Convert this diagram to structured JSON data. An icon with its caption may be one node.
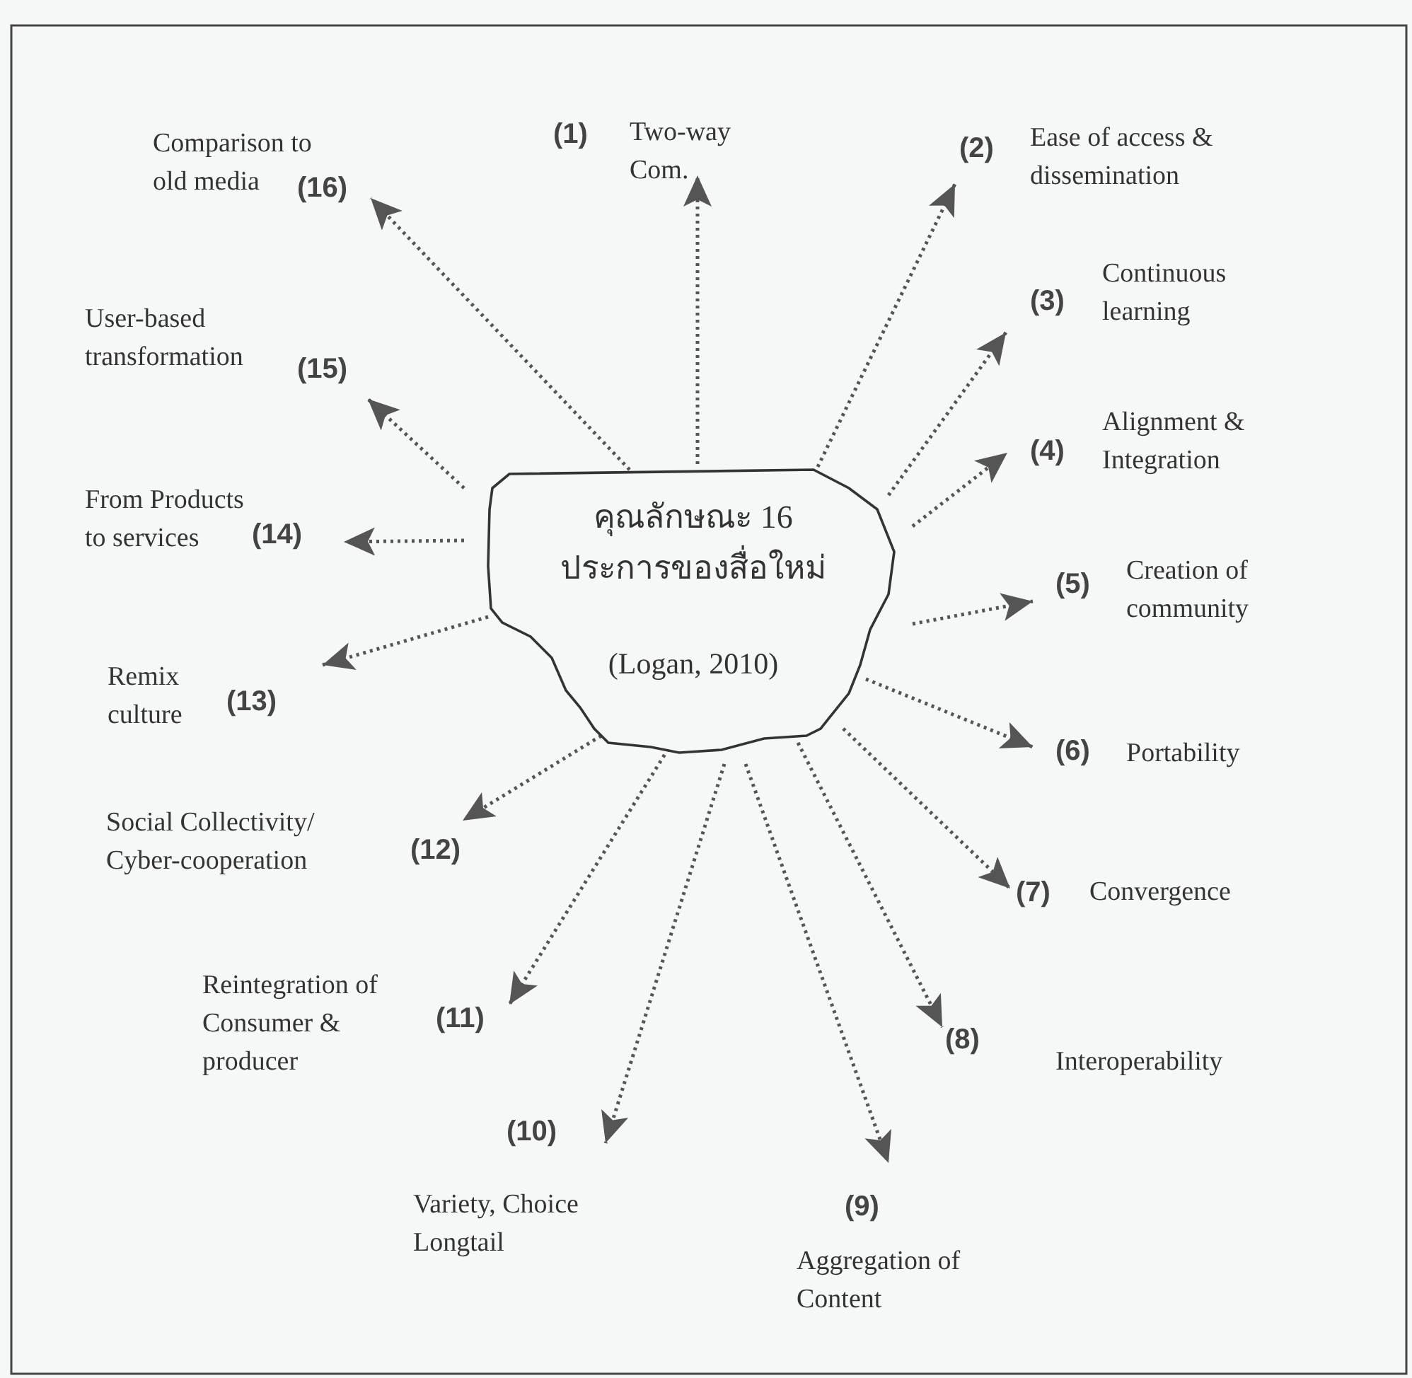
{
  "diagram": {
    "nodes": [
      {
        "text": [
          "คุณลักษณะ 16 ประการของสื่อใหม่",
          "(Logan, 2010)"
        ]
      },
      {
        "text": [
          "(1)",
          "Two-way Com."
        ]
      },
      {
        "text": [
          "(2)",
          "Ease of access & dissemination"
        ]
      },
      {
        "text": [
          "(3)",
          "Continuous learning"
        ]
      },
      {
        "text": [
          "(4)",
          "Alignment & Integration"
        ]
      },
      {
        "text": [
          "(5)",
          "Creation of community"
        ]
      },
      {
        "text": [
          "(6)",
          "Portability"
        ]
      },
      {
        "text": [
          "(7)",
          "Convergence"
        ]
      },
      {
        "text": [
          "(8)",
          "Interoperability"
        ]
      },
      {
        "text": [
          "(9)",
          "Aggregation of Content"
        ]
      },
      {
        "text": [
          "(10)",
          "Variety, Choice Longtail"
        ]
      },
      {
        "text": [
          "Reintegration of Consumer & producer",
          "(11)"
        ]
      },
      {
        "text": [
          "Social Collectivity/ Cyber-cooperation",
          "(12)"
        ]
      },
      {
        "text": [
          "Remix culture",
          "(13)"
        ]
      },
      {
        "text": [
          "From Products to services",
          "(14)"
        ]
      },
      {
        "text": [
          "User-based transformation",
          "(15)"
        ]
      },
      {
        "text": [
          "Comparison to old media",
          "(16)"
        ]
      }
    ],
    "edges": [
      {
        "from": 0,
        "to": 1,
        "arrow": "to",
        "style": "dashed"
      },
      {
        "from": 0,
        "to": 2,
        "arrow": "to",
        "style": "dashed"
      },
      {
        "from": 0,
        "to": 3,
        "arrow": "to",
        "style": "dashed"
      },
      {
        "from": 0,
        "to": 4,
        "arrow": "to",
        "style": "dashed"
      },
      {
        "from": 0,
        "to": 5,
        "arrow": "to",
        "style": "dashed"
      },
      {
        "from": 0,
        "to": 6,
        "arrow": "to",
        "style": "dashed"
      },
      {
        "from": 0,
        "to": 7,
        "arrow": "to",
        "style": "dashed"
      },
      {
        "from": 0,
        "to": 8,
        "arrow": "to",
        "style": "dashed"
      },
      {
        "from": 0,
        "to": 9,
        "arrow": "to",
        "style": "dashed"
      },
      {
        "from": 0,
        "to": 10,
        "arrow": "to",
        "style": "dashed"
      },
      {
        "from": 0,
        "to": 11,
        "arrow": "to",
        "style": "dashed"
      },
      {
        "from": 0,
        "to": 12,
        "arrow": "to",
        "style": "dashed"
      },
      {
        "from": 0,
        "to": 13,
        "arrow": "to",
        "style": "dashed"
      },
      {
        "from": 0,
        "to": 14,
        "arrow": "to",
        "style": "dashed"
      },
      {
        "from": 0,
        "to": 15,
        "arrow": "to",
        "style": "dashed"
      },
      {
        "from": 0,
        "to": 16,
        "arrow": "to",
        "style": "dashed"
      }
    ]
  }
}
